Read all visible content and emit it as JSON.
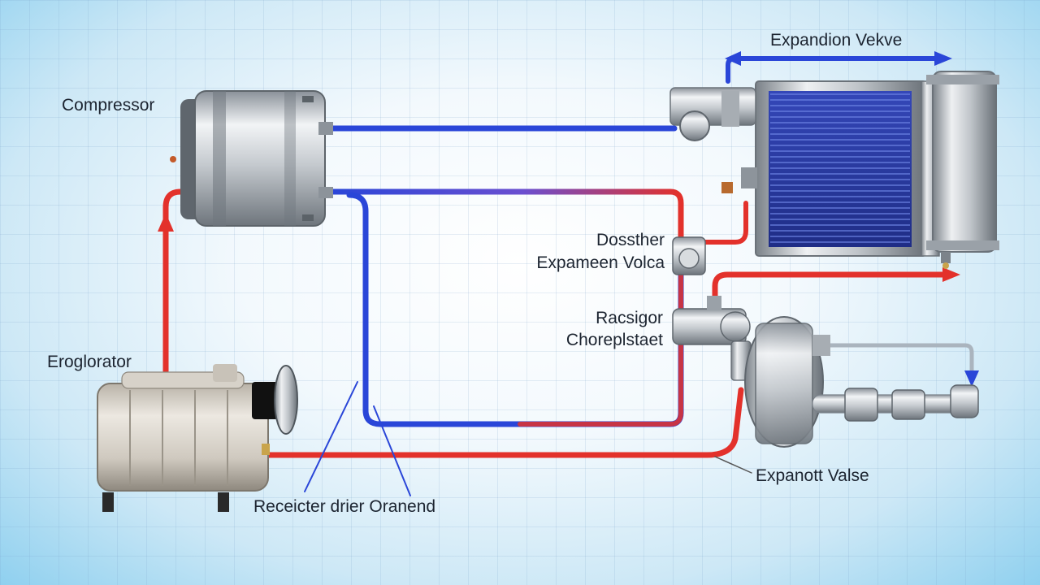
{
  "labels": {
    "compressor": "Compressor",
    "expansion_valve_top": "Expandion Vekve",
    "dossther": "Dossther",
    "expansion_valve_mid": "Expameen Volca",
    "racsigor": "Racsigor",
    "choreplestaet": "Choreplstaet",
    "evaporator": "Eroglorator",
    "receiver_drier": "Receicter drier Oranend",
    "expansion_valve_bottom": "Expanott Valse"
  },
  "colors": {
    "hot_line": "#e3312b",
    "cold_line": "#2a46d8",
    "metal": "#c9ced3",
    "metal_dark": "#7d858d",
    "condenser_fins": "#2c3fa8",
    "grid": "#a8c4dc"
  },
  "icons": {
    "compressor": "cylinder-compressor-icon",
    "evaporator": "finned-motor-icon",
    "condenser": "condenser-coil-icon",
    "expansion_valve": "valve-icon",
    "receiver_drier": "canister-icon"
  }
}
